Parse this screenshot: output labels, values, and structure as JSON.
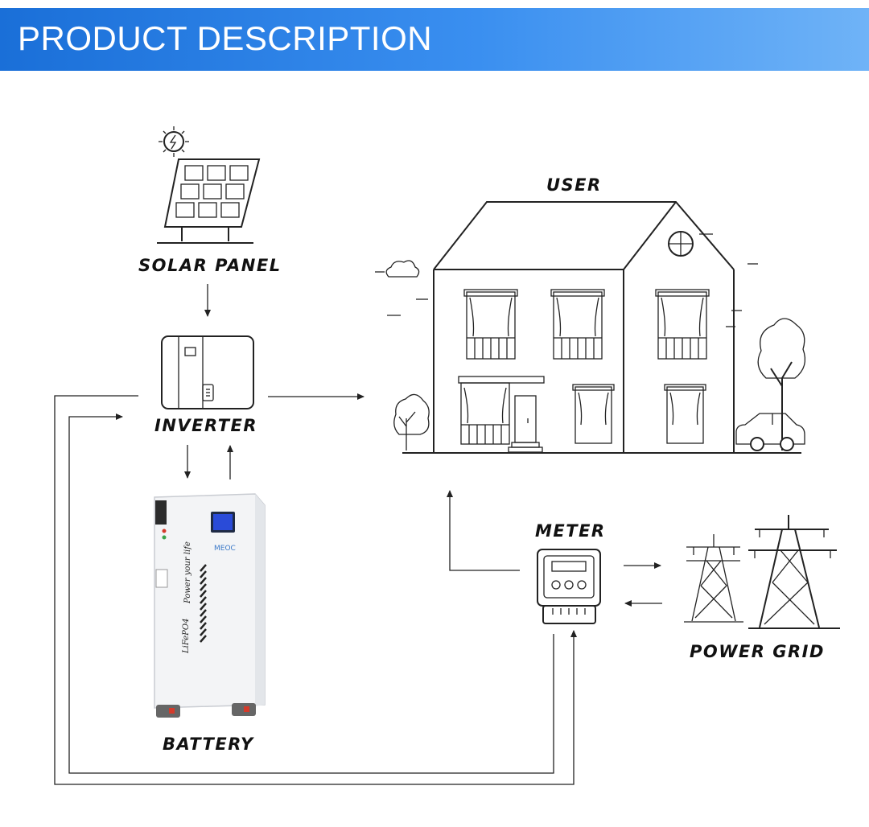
{
  "header": {
    "title": "PRODUCT DESCRIPTION"
  },
  "labels": {
    "solar_panel": "SOLAR PANEL",
    "inverter": "INVERTER",
    "battery": "BATTERY",
    "user": "USER",
    "meter": "METER",
    "power_grid": "POWER GRID"
  },
  "battery_text": {
    "brand": "MEOC",
    "chemistry": "LiFePO4",
    "slogan": "Power your life"
  },
  "colors": {
    "banner_start": "#1a6fd8",
    "banner_end": "#6fb3f7",
    "line": "#222222",
    "battery_screen": "#2a4bd8"
  }
}
